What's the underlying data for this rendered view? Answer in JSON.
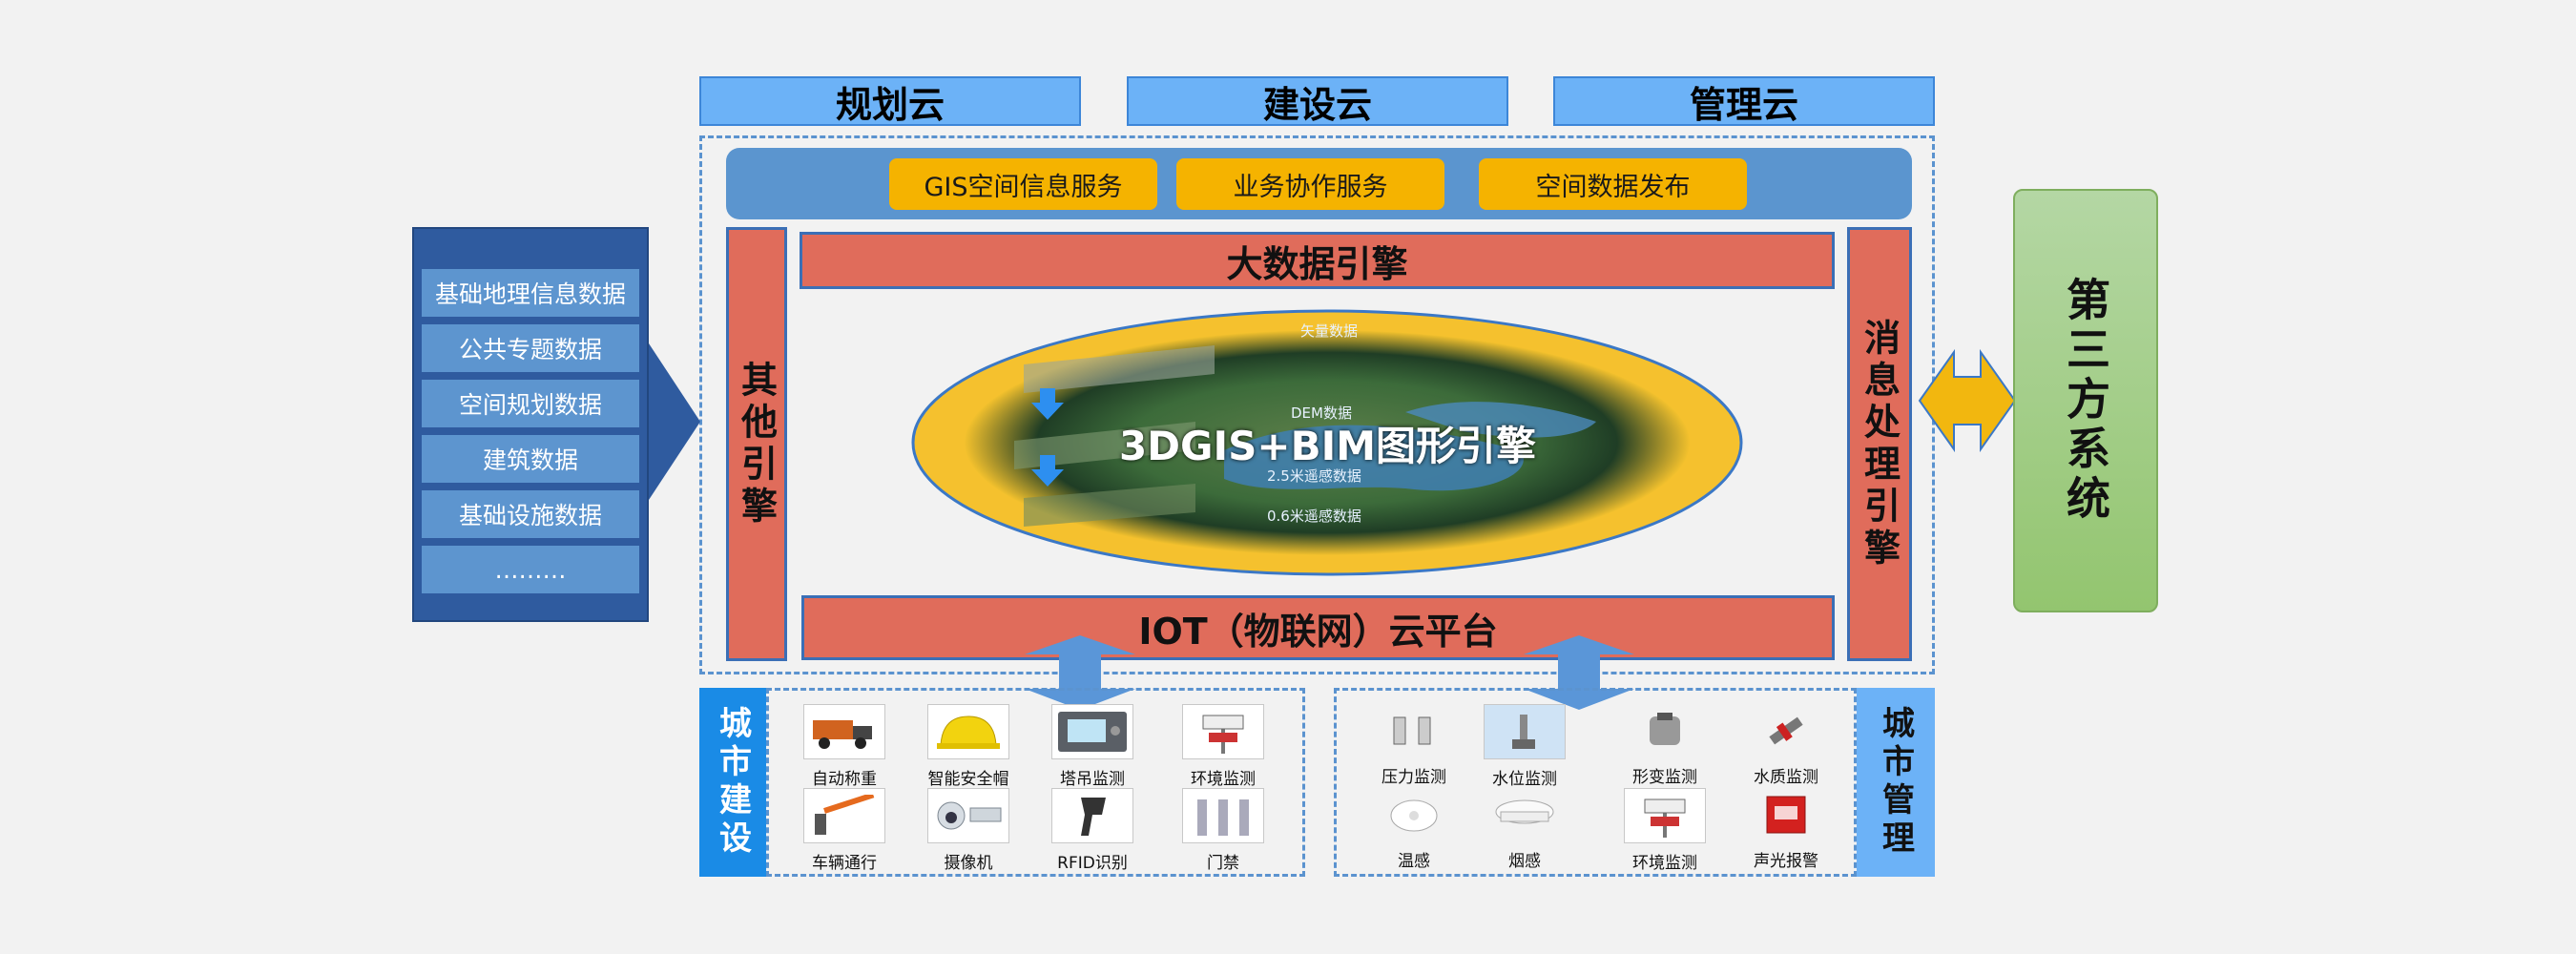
{
  "clouds": [
    "规划云",
    "建设云",
    "管理云"
  ],
  "services": [
    "GIS空间信息服务",
    "业务协作服务",
    "空间数据发布"
  ],
  "engines": {
    "big_data": "大数据引擎",
    "other": "其他引擎",
    "message": "消息处理引擎",
    "graphics": "3DGIS+BIM图形引擎",
    "iot": "IOT（物联网）云平台"
  },
  "map_labels": [
    "矢量数据",
    "DEM数据",
    "2.5米遥感数据",
    "0.6米遥感数据"
  ],
  "data_sources": [
    "基础地理信息数据",
    "公共专题数据",
    "空间规划数据",
    "建筑数据",
    "基础设施数据",
    "………"
  ],
  "third_party": "第三方系统",
  "construction": {
    "label": "城市建设",
    "devices": [
      "自动称重",
      "智能安全帽",
      "塔吊监测",
      "环境监测",
      "车辆通行",
      "摄像机",
      "RFID识别",
      "门禁"
    ]
  },
  "management": {
    "label": "城市管理",
    "devices": [
      "压力监测",
      "水位监测",
      "形变监测",
      "水质监测",
      "温感",
      "烟感",
      "环境监测",
      "声光报警"
    ]
  },
  "colors": {
    "cloud_blue": "#6cb2f7",
    "service_orange": "#f5b300",
    "engine_red": "#e06c5b",
    "third_party_green": "#93c56f",
    "panel_navy": "#2f5b9f"
  }
}
